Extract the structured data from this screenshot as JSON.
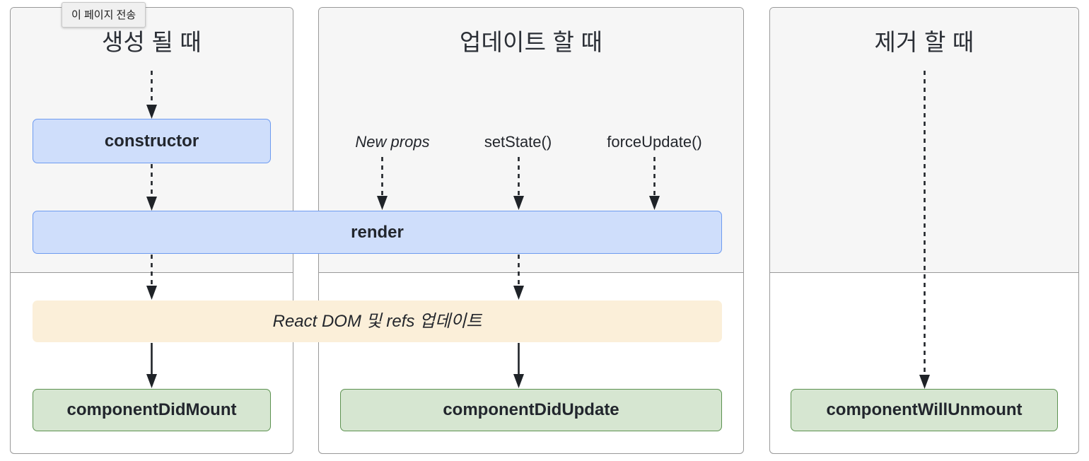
{
  "tooltip": {
    "text": "이 페이지 전송"
  },
  "diagram": {
    "panels": [
      {
        "id": "mounting",
        "title": "생성 될 때"
      },
      {
        "id": "updating",
        "title": "업데이트 할 때"
      },
      {
        "id": "unmounting",
        "title": "제거 할 때"
      }
    ],
    "nodes": {
      "constructor": {
        "label": "constructor",
        "color": "#cfdefb",
        "border": "#6e9bf0"
      },
      "render": {
        "label": "render",
        "color": "#cfdefb",
        "border": "#6e9bf0"
      },
      "react_dom": {
        "label": "React DOM 및 refs 업데이트",
        "color": "#fbefd9",
        "border": "#eeb64c"
      },
      "did_mount": {
        "label": "componentDidMount",
        "color": "#d6e6d1",
        "border": "#5c9250"
      },
      "did_update": {
        "label": "componentDidUpdate",
        "color": "#d6e6d1",
        "border": "#5c9250"
      },
      "will_unmount": {
        "label": "componentWillUnmount",
        "color": "#d6e6d1",
        "border": "#5c9250"
      }
    },
    "triggers": [
      {
        "id": "new-props",
        "label": "New props"
      },
      {
        "id": "set-state",
        "label": "setState()"
      },
      {
        "id": "force-update",
        "label": "forceUpdate()"
      }
    ]
  }
}
